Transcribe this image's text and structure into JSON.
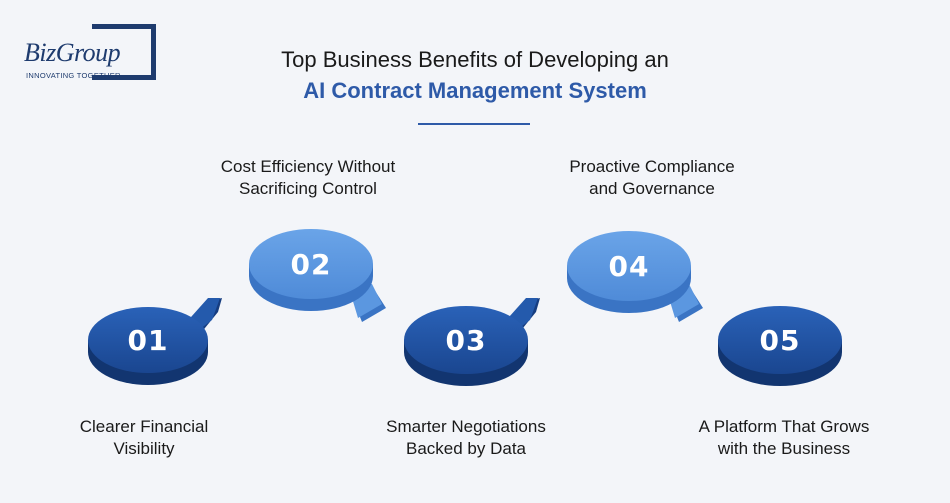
{
  "logo": {
    "brand": "BizGroup",
    "tagline": "INNOVATING TOGETHER"
  },
  "title": {
    "line1": "Top Business Benefits of Developing an",
    "line2": "AI Contract Management System"
  },
  "colors": {
    "dark_blue": "#1f4f9e",
    "light_blue": "#5b97e0",
    "accent": "#2e5aa8"
  },
  "steps": [
    {
      "number": "01",
      "label_line1": "Clearer Financial",
      "label_line2": "Visibility"
    },
    {
      "number": "02",
      "label_line1": "Cost Efficiency Without",
      "label_line2": "Sacrificing Control"
    },
    {
      "number": "03",
      "label_line1": "Smarter Negotiations",
      "label_line2": "Backed by Data"
    },
    {
      "number": "04",
      "label_line1": "Proactive Compliance",
      "label_line2": "and Governance"
    },
    {
      "number": "05",
      "label_line1": "A Platform That Grows",
      "label_line2": "with the Business"
    }
  ]
}
